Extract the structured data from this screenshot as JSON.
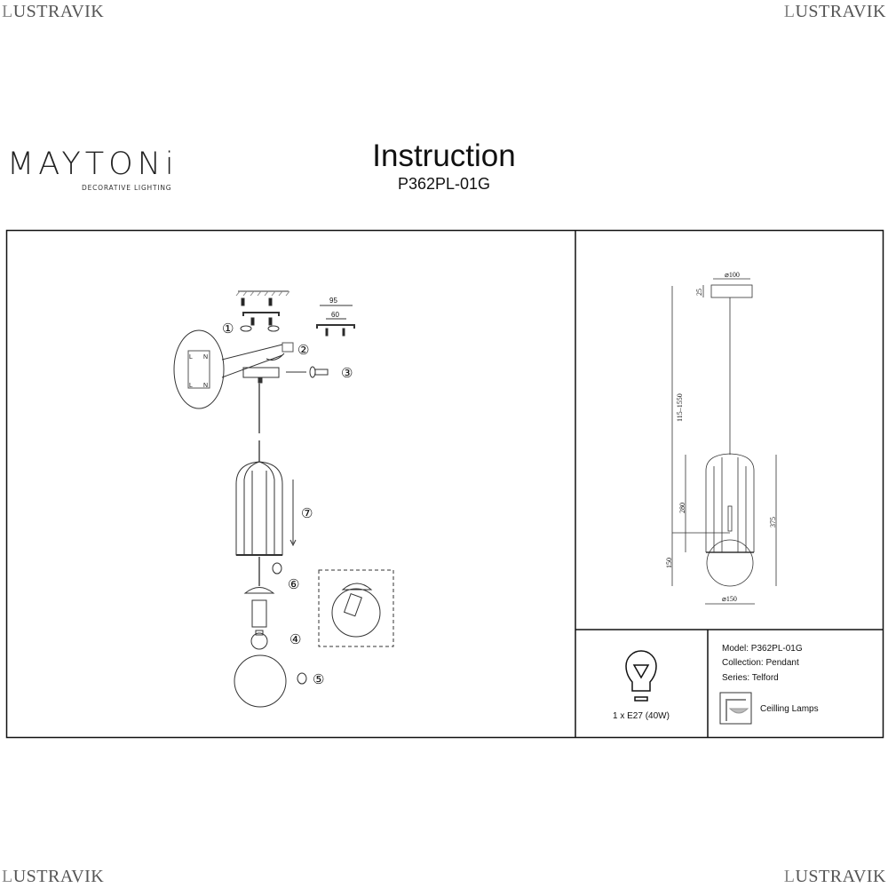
{
  "watermark": {
    "text": "LUSTRAVIK",
    "first": "L",
    "rest": "USTRAVIK"
  },
  "brand": {
    "name": "MAYTONi",
    "tagline": "DECORATIVE LIGHTING"
  },
  "header": {
    "title": "Instruction",
    "model": "P362PL-01G"
  },
  "assembly": {
    "steps": [
      "①",
      "②",
      "③",
      "④",
      "⑤",
      "⑥",
      "⑦"
    ],
    "bracket_dims": {
      "outer": "95",
      "inner": "60"
    },
    "terminal_labels": {
      "l": "L",
      "n": "N"
    }
  },
  "dimensions": {
    "canopy_diameter": "⌀100",
    "canopy_height": "25",
    "total_height": "115–1550",
    "cage_height": "280",
    "globe_height": "150",
    "shade_height": "375",
    "shade_diameter": "⌀150"
  },
  "specs": {
    "bulb": "1 x E27 (40W)",
    "model": "Model: P362PL-01G",
    "collection": "Collection: Pendant",
    "series": "Series: Telford",
    "type": "Ceilling Lamps"
  }
}
